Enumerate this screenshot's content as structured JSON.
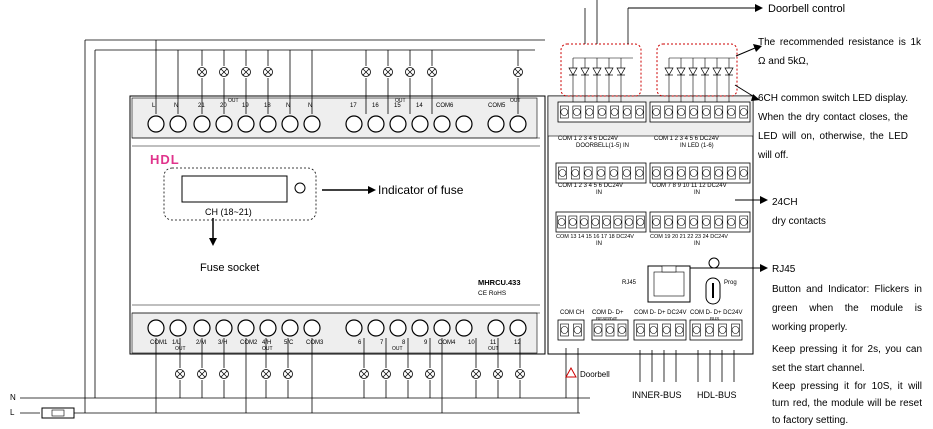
{
  "annotations": {
    "doorbell_control": "Doorbell control",
    "resistance": "The recommended resistance is 1k Ω and 5kΩ,",
    "led_display": "6CH common switch LED display. When the dry contact closes, the LED will on, otherwise, the LED will off.",
    "dry_contacts_1": "24CH",
    "dry_contacts_2": "dry contacts",
    "rj45": "RJ45",
    "button_1": "Button and Indicator: Flickers in green when the module is working properly.",
    "button_2": "Keep pressing it for 2s, you can set the start channel.",
    "button_3": "Keep pressing it for 10S, it will turn red, the module will be reset to factory setting.",
    "indicator_fuse": "Indicator of fuse",
    "fuse_socket": "Fuse socket",
    "ch_label": "CH (18~21)",
    "inner_bus": "INNER-BUS",
    "hdl_bus": "HDL-BUS",
    "doorbell": "Doorbell",
    "N": "N",
    "L": "L"
  },
  "device": {
    "brand": "HDL",
    "model": "MHRCU.433",
    "cert": "CE RoHS",
    "rj45_small": "RJ45",
    "prog": "Prog",
    "top_labels": [
      "L",
      "N",
      "21",
      "20",
      "19",
      "18",
      "N",
      "N",
      "17",
      "16",
      "15",
      "14",
      "COM6",
      "COM5"
    ],
    "top_out_labels": [
      "OUT",
      "OUT",
      "OUT"
    ],
    "bottom_labels": [
      "COM1",
      "1/L",
      "2/M",
      "3/H",
      "COM2",
      "4/H",
      "5/C",
      "COM3",
      "6",
      "7",
      "8",
      "9",
      "COM4",
      "10",
      "11",
      "12"
    ],
    "bottom_out_labels": [
      "OUT",
      "OUT",
      "OUT",
      "OUT"
    ],
    "doorbell_block": "COM  1  2  3  4  5  DC24V",
    "doorbell_sub": "DOORBELL(1-5)    IN",
    "led_block": "COM  1  2  3  4  5  6  DC24V",
    "led_sub": "IN  LED (1-6)",
    "dry1": "COM  1  2  3  4  5  6  DC24V",
    "dry2": "COM  7  8  9  10  11  12  DC24V",
    "dry3": "COM  13  14  15  16  17  18  DC24V",
    "dry4": "COM  19  20  21  22  23  24  DC24V",
    "in": "IN",
    "com_ch": "COM  CH",
    "bus1": "COM  D-  D+",
    "bus2": "COM  D-  D+  DC24V",
    "bus3": "COM  D-  D+  DC24V",
    "bus_small": "BUS",
    "resrve": "RESERVE"
  }
}
